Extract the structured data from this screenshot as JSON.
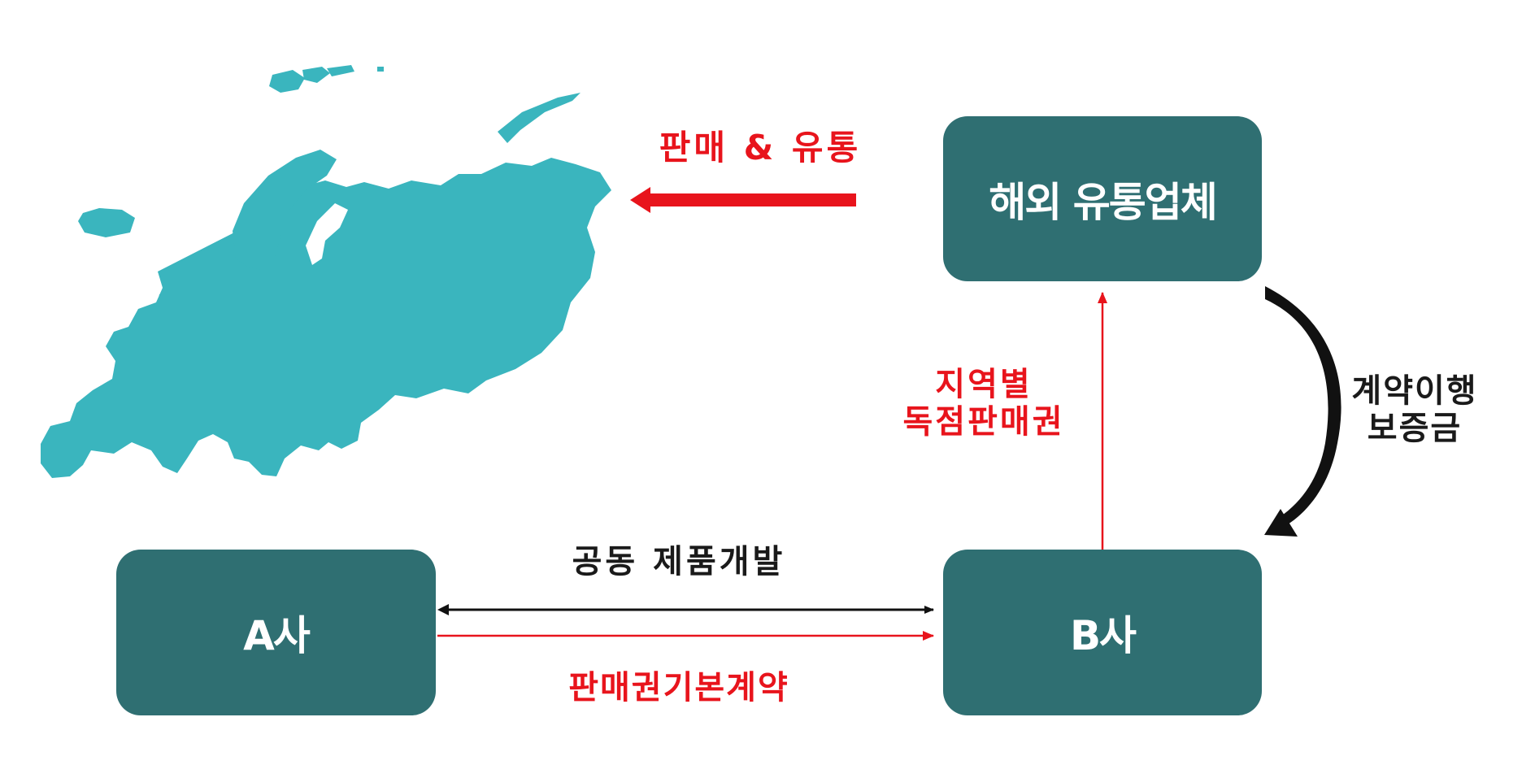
{
  "colors": {
    "box": "#2f6f72",
    "map": "#3ab5be",
    "red": "#e8141c",
    "dark": "#111111"
  },
  "nodes": {
    "distributor": "해외 유통업체",
    "company_a": "A사",
    "company_b": "B사"
  },
  "edges": {
    "sales_distribution": "판매 & 유통",
    "joint_development": "공동 제품개발",
    "basic_contract": "판매권기본계약",
    "regional_rights": [
      "지역별",
      "독점판매권"
    ],
    "performance_deposit": [
      "계약이행",
      "보증금"
    ]
  },
  "icons": {
    "map": "europe-map-icon"
  }
}
